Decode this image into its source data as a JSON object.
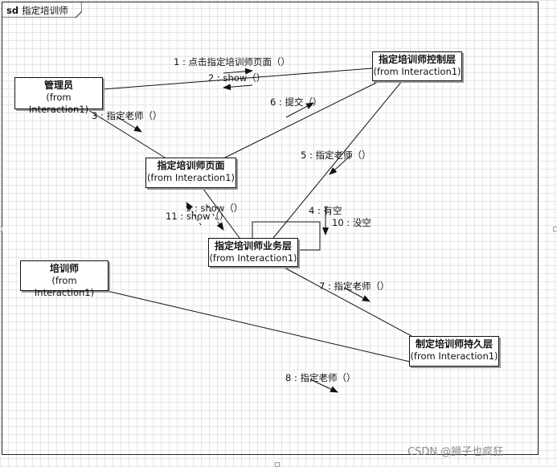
{
  "diagram": {
    "frame_keyword": "sd",
    "frame_title": "指定培训师"
  },
  "objects": {
    "admin": {
      "name": "管理员",
      "from": "(from Interaction1)"
    },
    "controller": {
      "name": "指定培训师控制层",
      "from": "(from Interaction1)"
    },
    "page": {
      "name": "指定培训师页面",
      "from": "(from Interaction1)"
    },
    "service": {
      "name": "指定培训师业务层",
      "from": "(from Interaction1)"
    },
    "trainer": {
      "name": "培训师",
      "from": "(from Interaction1)"
    },
    "persistence": {
      "name": "制定培训师持久层",
      "from": "(from Interaction1)"
    }
  },
  "messages": {
    "m1": "1 : 点击指定培训师页面（）",
    "m2": "2 : show（）",
    "m3": "3 : 指定老师（）",
    "m4": "4 : 有空",
    "m5": "5 : 指定老师（）",
    "m6": "6 : 提交（）",
    "m7": "7 : 指定老师（）",
    "m8": "8 : 指定老师（）",
    "m9": "9 : show（）",
    "m10": "10 : 没空",
    "m11": "11 : show（）"
  },
  "watermark": "CSDN @狮子也疯狂"
}
